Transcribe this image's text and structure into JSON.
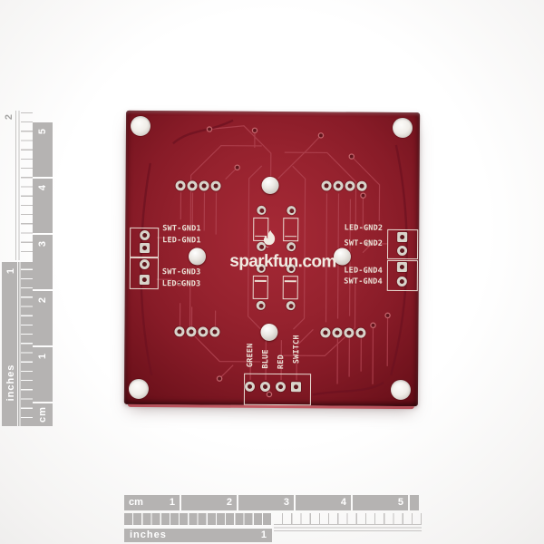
{
  "board": {
    "brand": "sparkfun.com",
    "left_labels": [
      "SWT-GND1",
      "LED-GND1",
      "SWT-GND3",
      "LED-GND3"
    ],
    "right_labels": [
      "LED-GND2",
      "SWT-GND2",
      "LED-GND4",
      "SWT-GND4"
    ],
    "bottom_labels": [
      "GREEN",
      "BLUE",
      "RED",
      "SWITCH"
    ],
    "colors": {
      "soldermask_red": "#8e1f2b",
      "silkscreen_cream": "#ece4d9",
      "pad_silver": "#d8d4cb"
    }
  },
  "rulers": {
    "bottom": {
      "cm_label": "cm",
      "inches_label": "inches",
      "cm_numbers": [
        "1",
        "2",
        "3",
        "4",
        "5"
      ],
      "inch_number": "1"
    },
    "left": {
      "cm_label": "cm",
      "inches_label": "inches",
      "cm_numbers": [
        "1",
        "2",
        "3",
        "4",
        "5"
      ],
      "inch_number_1": "1",
      "inch_number_2": "2"
    }
  }
}
